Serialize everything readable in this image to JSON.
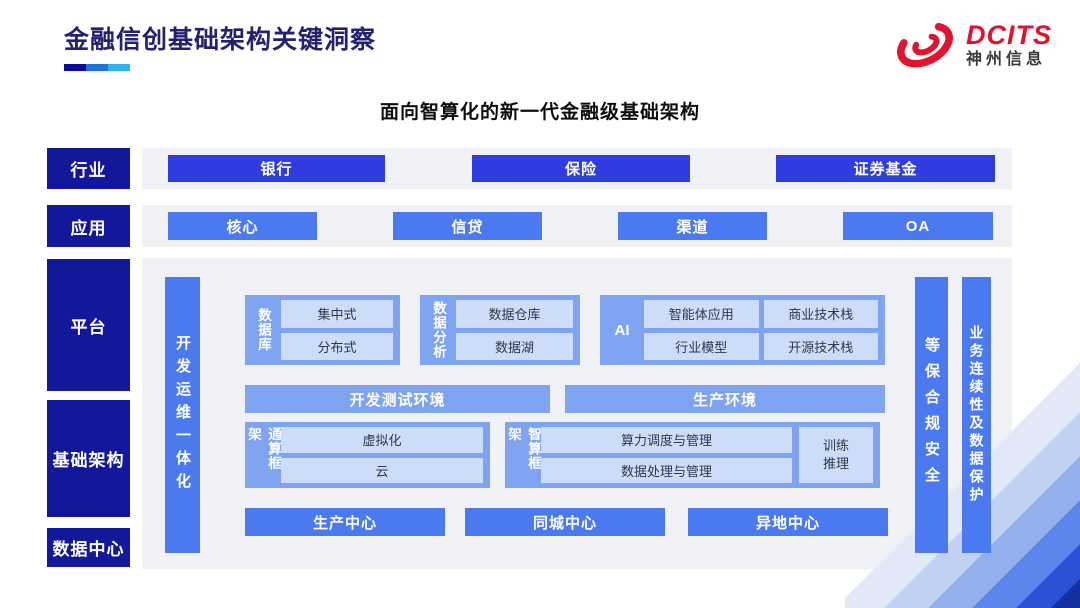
{
  "slide": {
    "title": "金融信创基础架构关键洞察",
    "subtitle": "面向智算化的新一代金融级基础架构",
    "logo": {
      "brand": "DCITS",
      "company": "神州信息"
    }
  },
  "colors": {
    "title_navy": "#232270",
    "sidebar_navy": "#13189b",
    "industry_button_indigo": "#2f3de0",
    "primary_blue": "#4b7af0",
    "group_blue": "#7ea3f1",
    "light_box_blue": "#cdddf9",
    "panel_gray": "#f0f1f4",
    "logo_red": "#e1132d"
  },
  "rows": {
    "industry": {
      "label": "行业",
      "items": [
        "银行",
        "保险",
        "证券基金"
      ]
    },
    "application": {
      "label": "应用",
      "items": [
        "核心",
        "信贷",
        "渠道",
        "OA"
      ]
    }
  },
  "side_labels": {
    "platform": "平台",
    "infrastructure": "基础架构",
    "datacenter": "数据中心"
  },
  "platform": {
    "devops_bar": "开发运维一体化",
    "database_group": {
      "label": "数据库",
      "items": [
        "集中式",
        "分布式"
      ]
    },
    "analytics_group": {
      "label": "数据分析",
      "items": [
        "数据仓库",
        "数据湖"
      ]
    },
    "ai_group": {
      "label": "AI",
      "items": [
        "智能体应用",
        "商业技术栈",
        "行业模型",
        "开源技术栈"
      ]
    },
    "env_bars": [
      "开发测试环境",
      "生产环境"
    ],
    "general_compute_group": {
      "label": "通算框架",
      "items": [
        "虚拟化",
        "云"
      ]
    },
    "intelligent_compute_group": {
      "label": "智算框架",
      "items": [
        "算力调度与管理",
        "数据处理与管理"
      ],
      "side_item": "训练\n推理"
    },
    "centers": [
      "生产中心",
      "同城中心",
      "异地中心"
    ],
    "security_bar": "等保合规安全",
    "continuity_bar": "业务连续性及数据保护"
  }
}
